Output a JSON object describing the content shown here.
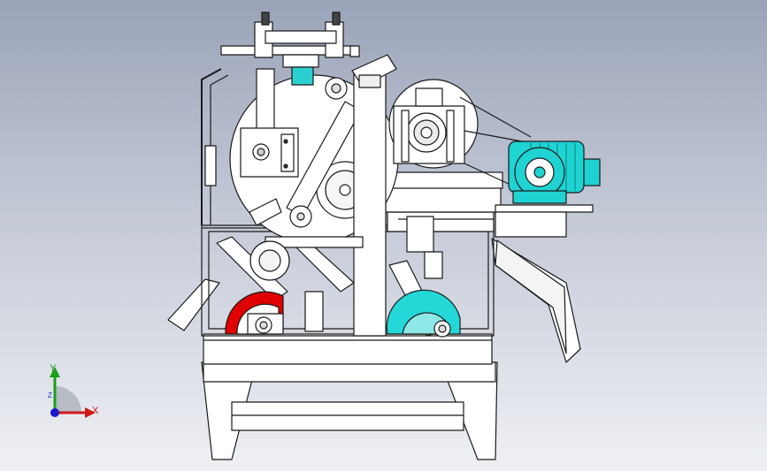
{
  "viewport": {
    "background_top": "#9aa3b8",
    "background_bottom": "#eef0f4"
  },
  "model": {
    "outline_color": "#1a1a1a",
    "body_color": "#ffffff",
    "motor_color": "#1fd3d3",
    "pulley_red_color": "#e00000",
    "pulley_cyan_color": "#24d8d8"
  },
  "triad": {
    "x_label": "X",
    "y_label": "Y",
    "z_label": "Z",
    "x_color": "#d01818",
    "y_color": "#18a018",
    "z_color": "#1818d0"
  }
}
